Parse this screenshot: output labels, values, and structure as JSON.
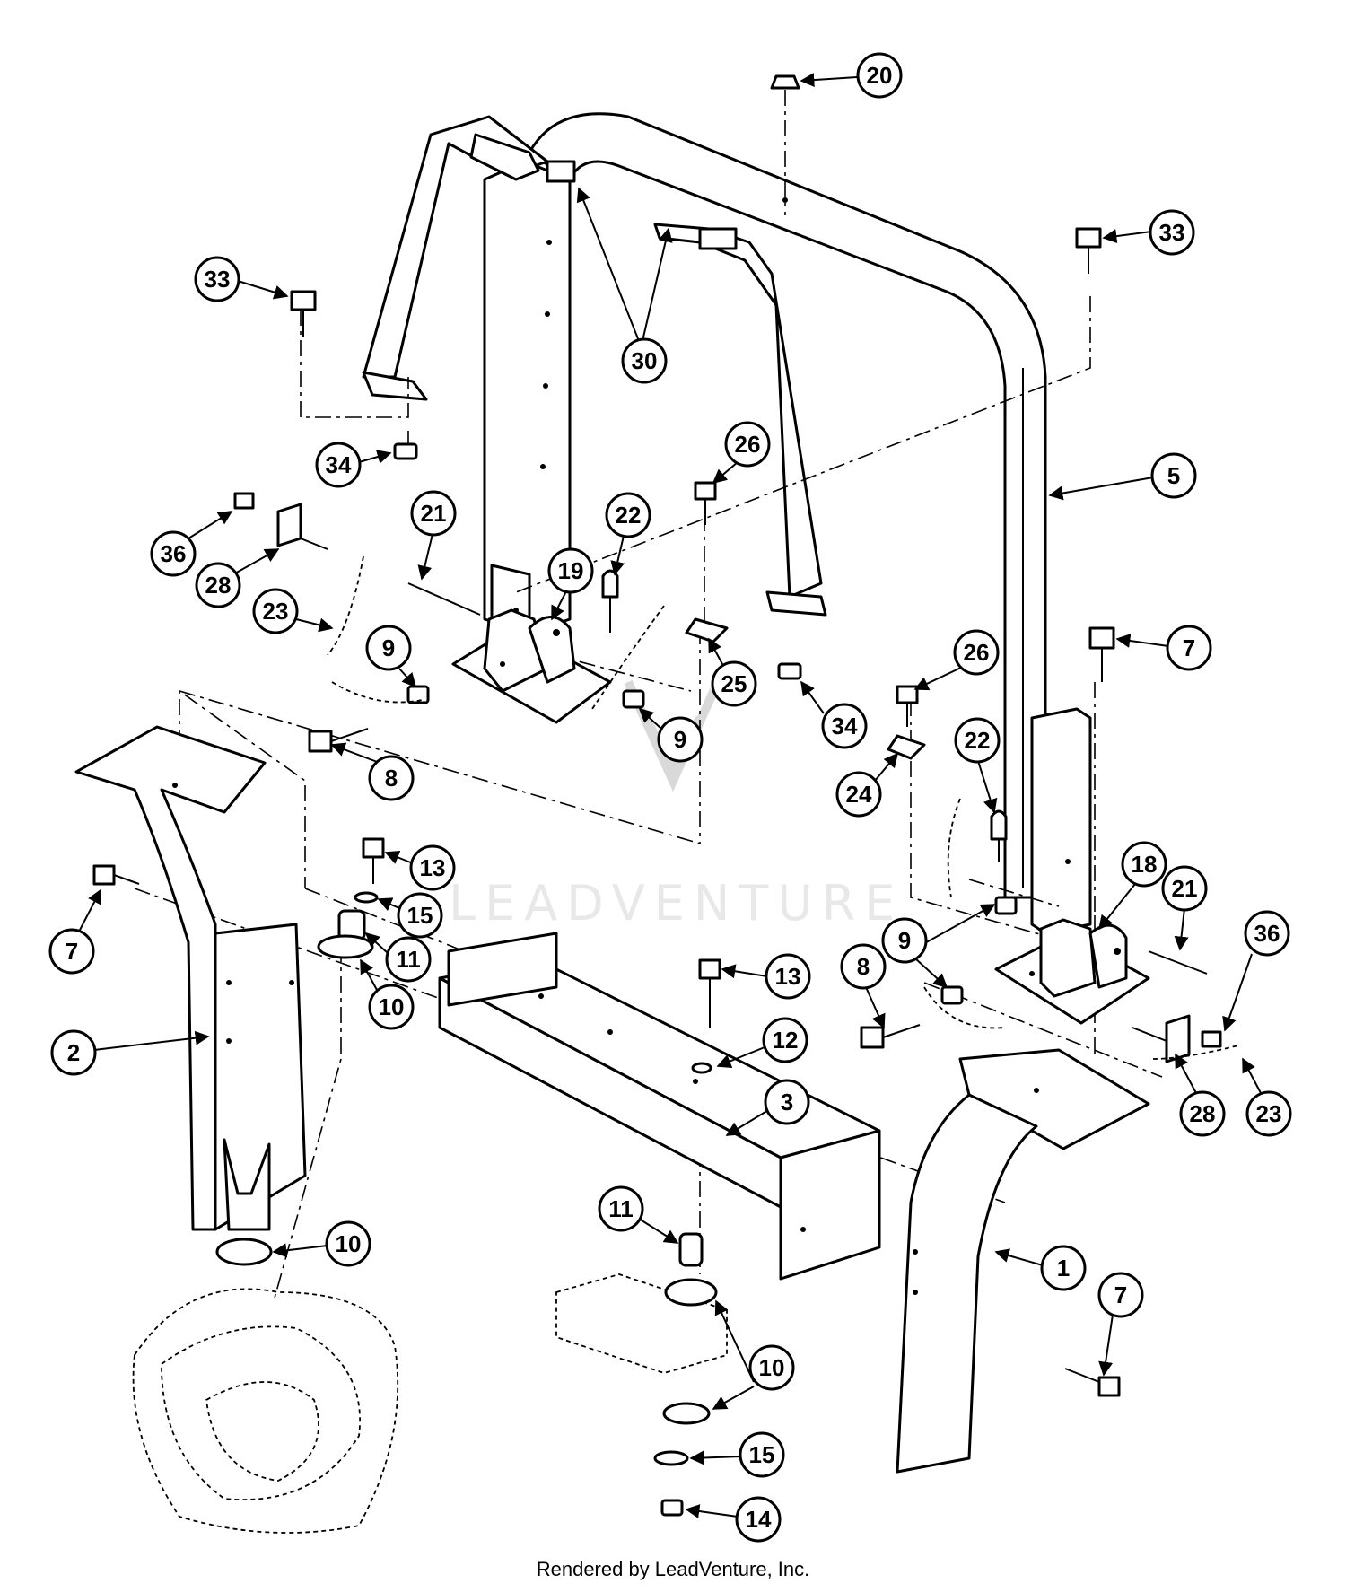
{
  "watermark": {
    "text": "LEADVENTURE"
  },
  "footer": {
    "text": "Rendered by LeadVenture, Inc."
  },
  "callouts": [
    {
      "label": "20"
    },
    {
      "label": "33"
    },
    {
      "label": "33"
    },
    {
      "label": "30"
    },
    {
      "label": "34"
    },
    {
      "label": "5"
    },
    {
      "label": "26"
    },
    {
      "label": "36"
    },
    {
      "label": "21"
    },
    {
      "label": "22"
    },
    {
      "label": "19"
    },
    {
      "label": "28"
    },
    {
      "label": "23"
    },
    {
      "label": "9"
    },
    {
      "label": "25"
    },
    {
      "label": "9"
    },
    {
      "label": "8"
    },
    {
      "label": "34"
    },
    {
      "label": "7"
    },
    {
      "label": "26"
    },
    {
      "label": "22"
    },
    {
      "label": "24"
    },
    {
      "label": "13"
    },
    {
      "label": "15"
    },
    {
      "label": "11"
    },
    {
      "label": "10"
    },
    {
      "label": "7"
    },
    {
      "label": "18"
    },
    {
      "label": "21"
    },
    {
      "label": "36"
    },
    {
      "label": "9"
    },
    {
      "label": "8"
    },
    {
      "label": "13"
    },
    {
      "label": "12"
    },
    {
      "label": "2"
    },
    {
      "label": "3"
    },
    {
      "label": "28"
    },
    {
      "label": "23"
    },
    {
      "label": "10"
    },
    {
      "label": "11"
    },
    {
      "label": "1"
    },
    {
      "label": "7"
    },
    {
      "label": "10"
    },
    {
      "label": "15"
    },
    {
      "label": "14"
    }
  ]
}
